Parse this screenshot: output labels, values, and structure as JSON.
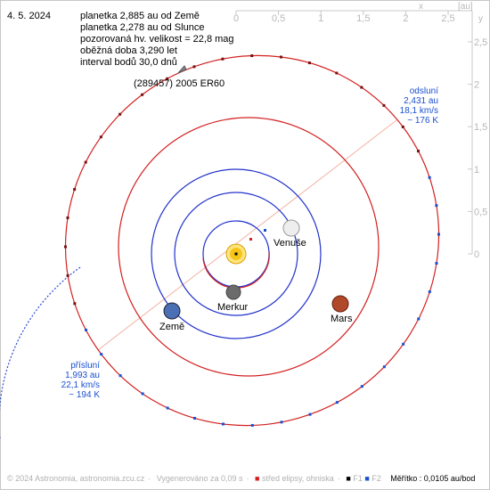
{
  "header": {
    "date": "4. 5. 2024",
    "info_lines": [
      "planetka 2,885 au od Země",
      "planetka 2,278 au od Slunce",
      "pozorovaná hv. velikost = 22,8 mag",
      "oběžná doba 3,290 let",
      "interval bodů 30,0 dnů"
    ]
  },
  "object_label": "(289457) 2005 ER60",
  "aphelion": {
    "title": "odsluní",
    "distance": "2,431 au",
    "speed": "18,1 km/s",
    "temperature": "~ 176 K"
  },
  "perihelion": {
    "title": "přísluní",
    "distance": "1,993 au",
    "speed": "22,1 km/s",
    "temperature": "~ 194 K"
  },
  "axes": {
    "x_unit": "[au]",
    "x_letter": "x",
    "y_letter": "y",
    "x_ticks": [
      "0",
      "0,5",
      "1",
      "1,5",
      "2",
      "2,5"
    ],
    "y_ticks": [
      "2,5",
      "2",
      "1,5",
      "1",
      "0,5",
      "0"
    ]
  },
  "planets": {
    "mercury": "Merkur",
    "venus": "Venuše",
    "earth": "Země",
    "mars": "Mars"
  },
  "footer": {
    "copyright": "© 2024 Astronomia, astronomia.zcu.cz",
    "generated": "Vygenerováno za 0,09 s",
    "center_legend": "střed elipsy, ohniska",
    "f1": "F1",
    "f2": "F2",
    "scale": "Měřítko : 0,0105 au/bod"
  },
  "colors": {
    "asteroid_orbit": "#d42020",
    "asteroid_orbit_dark": "#2a4bd0",
    "planet_orbit": "#2233cc",
    "mars_orbit": "#d42020",
    "apsis_line": "#f2b2a0",
    "axis": "#c8c8c8",
    "sun": "#f5c518"
  }
}
